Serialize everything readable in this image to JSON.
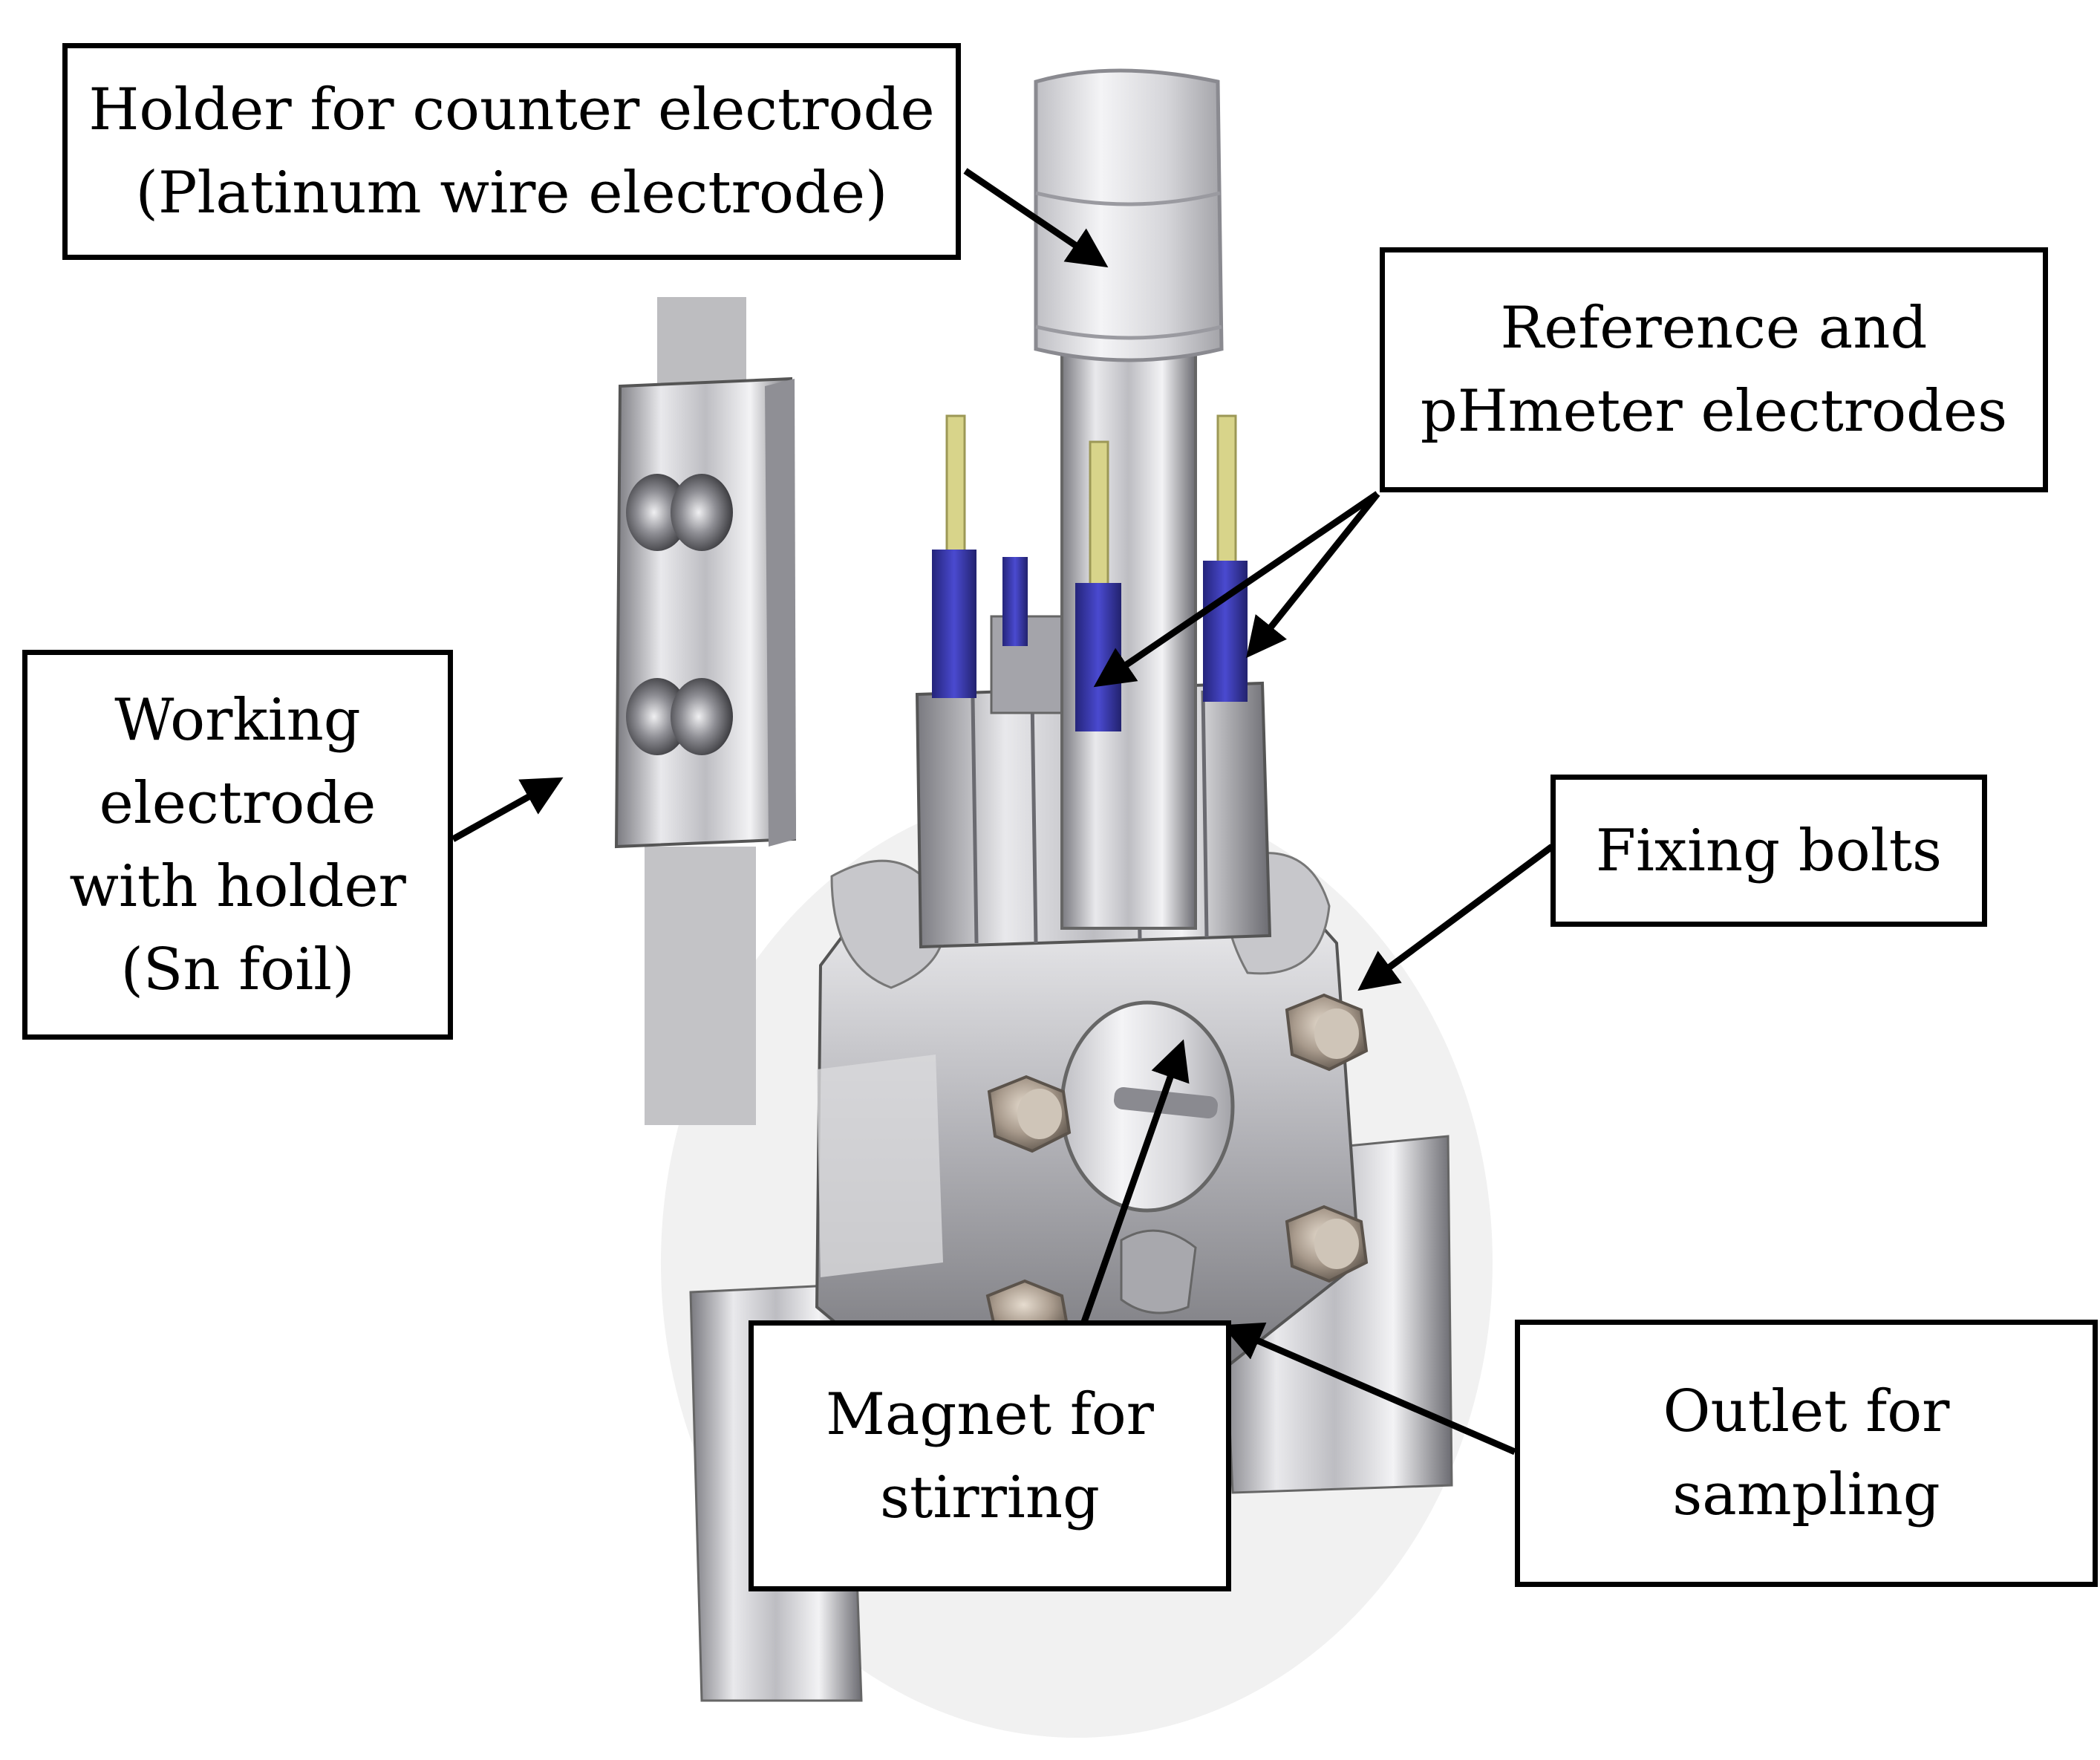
{
  "labels": {
    "counter": [
      "Holder for counter electrode",
      "(Platinum wire electrode)"
    ],
    "reference": [
      "Reference and",
      "pHmeter electrodes"
    ],
    "working": [
      "Working",
      "electrode",
      "with holder",
      "(Sn foil)"
    ],
    "bolts": [
      "Fixing bolts"
    ],
    "magnet": [
      "Magnet for",
      "stirring"
    ],
    "outlet": [
      "Outlet for",
      "sampling"
    ]
  },
  "colors": {
    "outline": "#000000",
    "metal_light": "#e8e8ea",
    "metal_mid": "#b9b9bd",
    "metal_dark": "#6f6f74",
    "electrode_blue": "#3a3aa8",
    "wire_yellow": "#d8d48a",
    "bolt": "#a89a8c"
  }
}
